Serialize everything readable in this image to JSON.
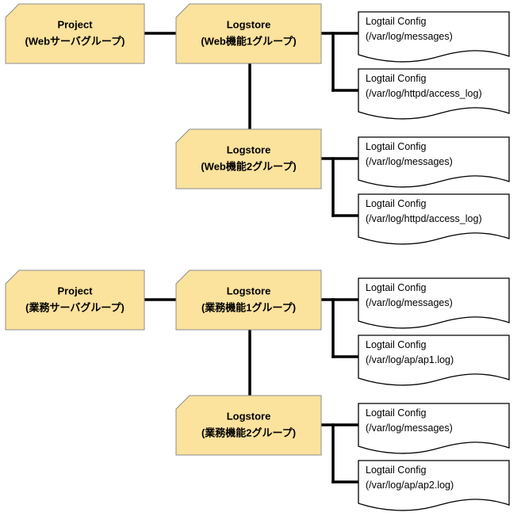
{
  "colors": {
    "box_fill": "#FBE29D",
    "box_stroke": "#8C8C8C",
    "config_fill": "#FFFFFF",
    "config_stroke": "#000000",
    "connector": "#000000"
  },
  "groups": [
    {
      "project": {
        "line1": "Project",
        "line2": "(Webサーバグループ)"
      },
      "logstores": [
        {
          "line1": "Logstore",
          "line2": "(Web機能1グループ)",
          "configs": [
            {
              "line1": "Logtail Config",
              "line2": "(/var/log/messages)"
            },
            {
              "line1": "Logtail Config",
              "line2": "(/var/log/httpd/access_log)"
            }
          ]
        },
        {
          "line1": "Logstore",
          "line2": "(Web機能2グループ)",
          "configs": [
            {
              "line1": "Logtail Config",
              "line2": "(/var/log/messages)"
            },
            {
              "line1": "Logtail Config",
              "line2": "(/var/log/httpd/access_log)"
            }
          ]
        }
      ]
    },
    {
      "project": {
        "line1": "Project",
        "line2": "(業務サーバグループ)"
      },
      "logstores": [
        {
          "line1": "Logstore",
          "line2": "(業務機能1グループ)",
          "configs": [
            {
              "line1": "Logtail Config",
              "line2": "(/var/log/messages)"
            },
            {
              "line1": "Logtail Config",
              "line2": "(/var/log/ap/ap1.log)"
            }
          ]
        },
        {
          "line1": "Logstore",
          "line2": "(業務機能2グループ)",
          "configs": [
            {
              "line1": "Logtail Config",
              "line2": "(/var/log/messages)"
            },
            {
              "line1": "Logtail Config",
              "line2": "(/var/log/ap/ap2.log)"
            }
          ]
        }
      ]
    }
  ]
}
